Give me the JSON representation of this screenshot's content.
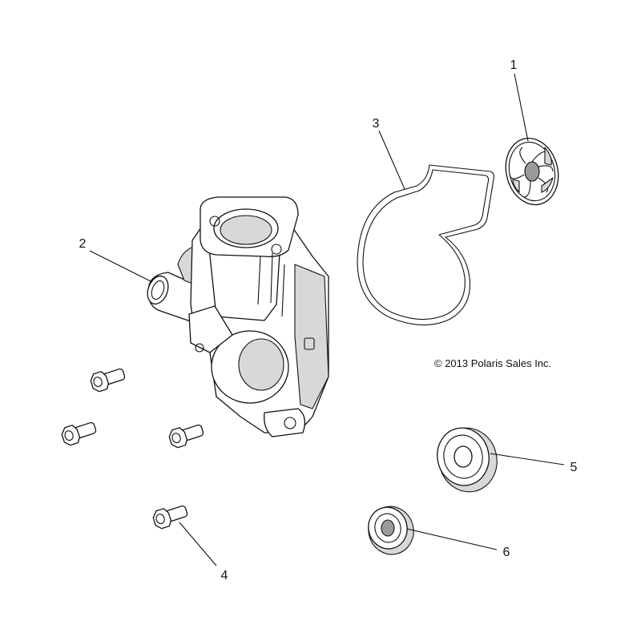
{
  "copyright": "© 2013 Polaris Sales Inc.",
  "callouts": [
    {
      "id": "impeller",
      "label": "1"
    },
    {
      "id": "housing",
      "label": "2"
    },
    {
      "id": "gasket",
      "label": "3"
    },
    {
      "id": "bolt",
      "label": "4"
    },
    {
      "id": "seal-large",
      "label": "5"
    },
    {
      "id": "seal-small",
      "label": "6"
    }
  ]
}
